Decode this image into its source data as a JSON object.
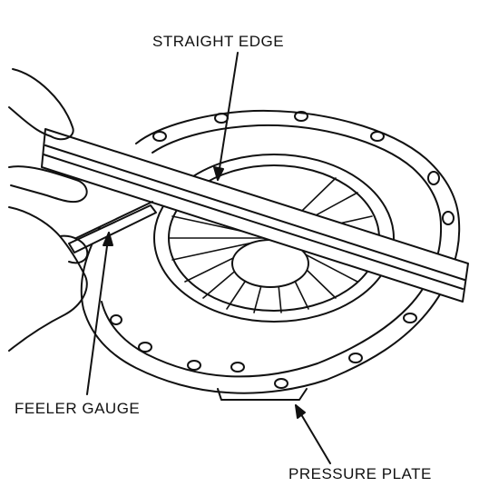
{
  "labels": {
    "straight_edge": "STRAIGHT EDGE",
    "feeler_gauge": "FEELER GAUGE",
    "pressure_plate": "PRESSURE PLATE"
  },
  "colors": {
    "ink": "#111111",
    "paper": "#ffffff"
  }
}
